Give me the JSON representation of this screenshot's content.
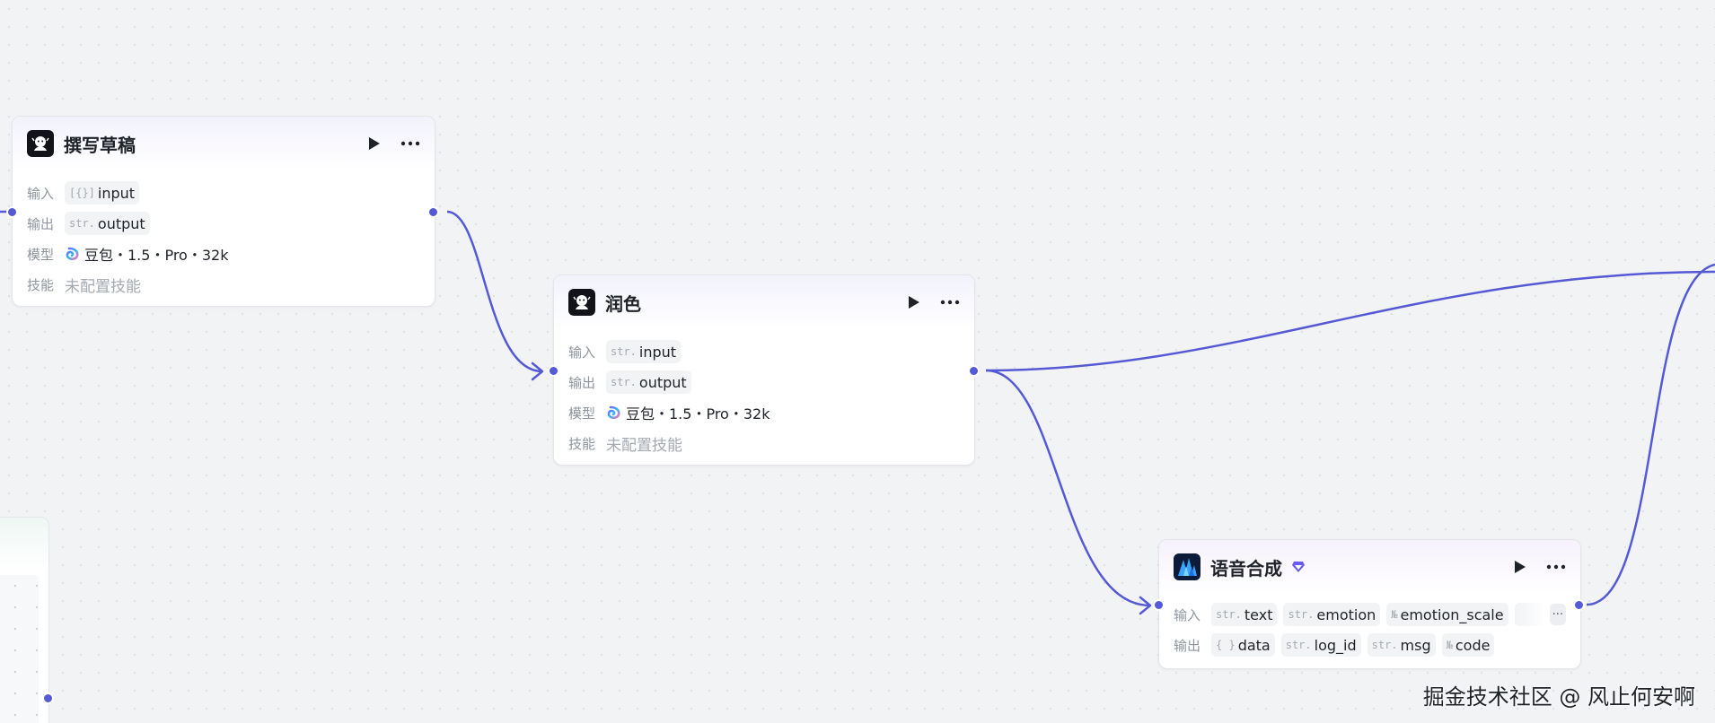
{
  "labels": {
    "input": "输入",
    "output": "输出",
    "model": "模型",
    "skill": "技能"
  },
  "nodes": {
    "draft": {
      "title": "撰写草稿",
      "icon": "doubao-avatar-icon",
      "input_type": "[{}]",
      "input_name": "input",
      "output_type": "str.",
      "output_name": "output",
      "model": "豆包・1.5・Pro・32k",
      "skill": "未配置技能"
    },
    "polish": {
      "title": "润色",
      "icon": "doubao-avatar-icon",
      "input_type": "str.",
      "input_name": "input",
      "output_type": "str.",
      "output_name": "output",
      "model": "豆包・1.5・Pro・32k",
      "skill": "未配置技能"
    },
    "tts": {
      "title": "语音合成",
      "icon": "waveform-logo-icon",
      "inputs": [
        {
          "type": "str.",
          "name": "text"
        },
        {
          "type": "str.",
          "name": "emotion"
        },
        {
          "type": "№",
          "name": "emotion_scale"
        }
      ],
      "inputs_more": "···",
      "outputs": [
        {
          "type": "{ }",
          "name": "data"
        },
        {
          "type": "str.",
          "name": "log_id"
        },
        {
          "type": "str.",
          "name": "msg"
        },
        {
          "type": "№",
          "name": "code"
        }
      ]
    }
  },
  "watermark": "掘金技术社区 @ 风止何安啊",
  "colors": {
    "edge": "#5459d6",
    "port": "#5459d6",
    "canvas": "#f2f3f5",
    "vip": "#6b5bf2"
  }
}
